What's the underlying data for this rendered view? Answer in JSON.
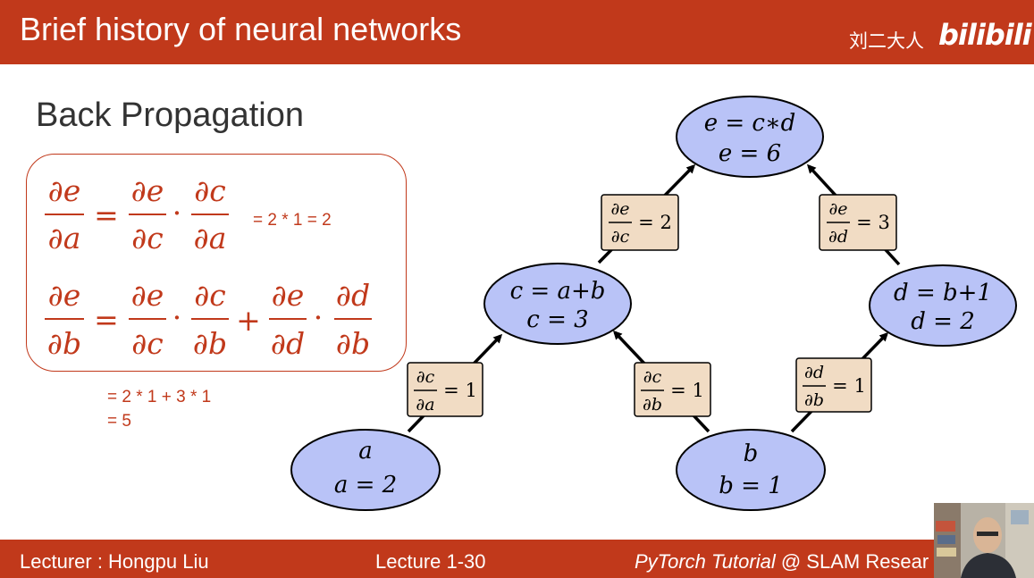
{
  "header": {
    "title": "Brief history of neural networks",
    "brand_cn": "刘二大人",
    "brand_logo": "bilibili"
  },
  "section": {
    "title": "Back Propagation"
  },
  "formulas": {
    "eq1": {
      "lhs_num": "∂e",
      "lhs_den": "∂a",
      "t1_num": "∂e",
      "t1_den": "∂c",
      "t2_num": "∂c",
      "t2_den": "∂a",
      "result": "= 2 * 1 = 2"
    },
    "eq2": {
      "lhs_num": "∂e",
      "lhs_den": "∂b",
      "t1_num": "∂e",
      "t1_den": "∂c",
      "t2_num": "∂c",
      "t2_den": "∂b",
      "t3_num": "∂e",
      "t3_den": "∂d",
      "t4_num": "∂d",
      "t4_den": "∂b"
    },
    "eq2_result_line1": "= 2 * 1 + 3 * 1",
    "eq2_result_line2": "= 5"
  },
  "graph": {
    "nodes": {
      "e": {
        "expr": "e = c∗d",
        "value": "e = 6"
      },
      "c": {
        "expr": "c = a+b",
        "value": "c = 3"
      },
      "d": {
        "expr": "d = b+1",
        "value": "d = 2"
      },
      "a": {
        "expr": "a",
        "value": "a = 2"
      },
      "b": {
        "expr": "b",
        "value": "b = 1"
      }
    },
    "edges": {
      "ec": {
        "num": "∂e",
        "den": "∂c",
        "value": "= 2"
      },
      "ed": {
        "num": "∂e",
        "den": "∂d",
        "value": "= 3"
      },
      "ca": {
        "num": "∂c",
        "den": "∂a",
        "value": "= 1"
      },
      "cb": {
        "num": "∂c",
        "den": "∂b",
        "value": "= 1"
      },
      "db": {
        "num": "∂d",
        "den": "∂b",
        "value": "= 1"
      }
    },
    "colors": {
      "node_fill": "#b9c3f7",
      "edge_label_fill": "#f1dcc4",
      "accent": "#c1391b"
    }
  },
  "footer": {
    "lecturer": "Lecturer : Hongpu Liu",
    "lecture": "Lecture 1-30",
    "course_italic": "PyTorch Tutorial",
    "course_rest": " @ SLAM Resear"
  }
}
